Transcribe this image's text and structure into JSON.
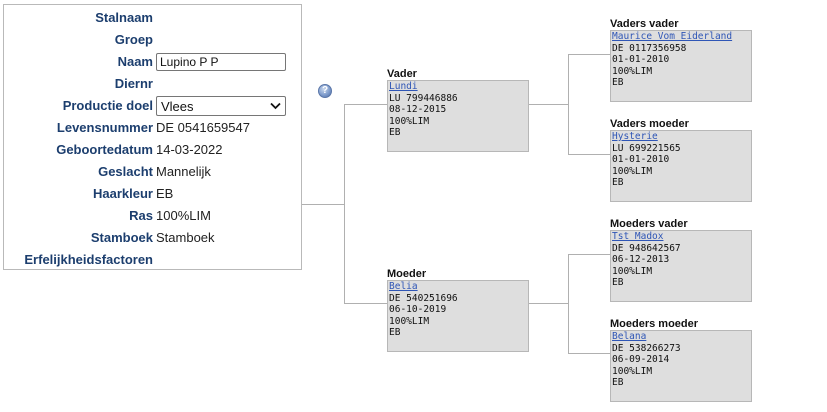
{
  "animal": {
    "fields": [
      {
        "key": "stalnaam",
        "label": "Stalnaam",
        "value": ""
      },
      {
        "key": "groep",
        "label": "Groep",
        "value": ""
      },
      {
        "key": "naam",
        "label": "Naam",
        "value": "Lupino P P"
      },
      {
        "key": "diernr",
        "label": "Diernr",
        "value": ""
      },
      {
        "key": "productie_doel",
        "label": "Productie doel",
        "value": "Vlees"
      },
      {
        "key": "levensnummer",
        "label": "Levensnummer",
        "value": "DE 0541659547"
      },
      {
        "key": "geboortedatum",
        "label": "Geboortedatum",
        "value": "14-03-2022"
      },
      {
        "key": "geslacht",
        "label": "Geslacht",
        "value": "Mannelijk"
      },
      {
        "key": "haarkleur",
        "label": "Haarkleur",
        "value": "EB"
      },
      {
        "key": "ras",
        "label": "Ras",
        "value": "100%LIM"
      },
      {
        "key": "stamboek",
        "label": "Stamboek",
        "value": "Stamboek"
      },
      {
        "key": "erfelijkheidsfactoren",
        "label": "Erfelijkheidsfactoren",
        "value": ""
      }
    ]
  },
  "help": {
    "icon": "question-icon",
    "glyph": "?"
  },
  "pedigree": {
    "vader": {
      "title": "Vader",
      "name": "Lundi",
      "number": "LU 799446886",
      "date": "08-12-2015",
      "breed": "100%LIM",
      "color": "EB"
    },
    "moeder": {
      "title": "Moeder",
      "name": "Belia",
      "number": "DE 540251696",
      "date": "06-10-2019",
      "breed": "100%LIM",
      "color": "EB"
    },
    "vaders_vader": {
      "title": "Vaders vader",
      "name": "Maurice Vom Eiderland",
      "number": "DE 0117356958",
      "date": "01-01-2010",
      "breed": "100%LIM",
      "color": "EB"
    },
    "vaders_moeder": {
      "title": "Vaders moeder",
      "name": "Hysterie",
      "number": "LU 699221565",
      "date": "01-01-2010",
      "breed": "100%LIM",
      "color": "EB"
    },
    "moeders_vader": {
      "title": "Moeders vader",
      "name": "Tst Madox",
      "number": "DE 948642567",
      "date": "06-12-2013",
      "breed": "100%LIM",
      "color": "EB"
    },
    "moeders_moeder": {
      "title": "Moeders moeder",
      "name": "Belana",
      "number": "DE 538266273",
      "date": "06-09-2014",
      "breed": "100%LIM",
      "color": "EB"
    }
  },
  "colors": {
    "label": "#1c3e6e",
    "link": "#2f56b6",
    "box_bg": "#dedede"
  }
}
